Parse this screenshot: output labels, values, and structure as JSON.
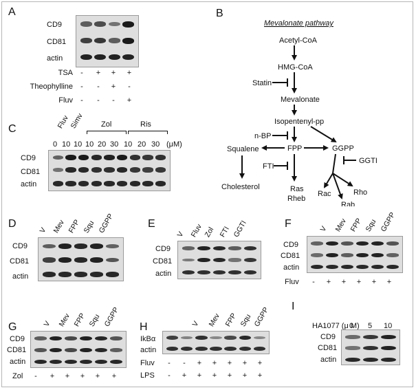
{
  "panels": {
    "A": {
      "letter": "A",
      "rows": [
        "CD9",
        "CD81",
        "actin"
      ],
      "treatments": [
        {
          "label": "TSA",
          "marks": [
            "-",
            "+",
            "+",
            "+"
          ]
        },
        {
          "label": "Theophylline",
          "marks": [
            "-",
            "-",
            "+",
            "-"
          ]
        },
        {
          "label": "Fluv",
          "marks": [
            "-",
            "-",
            "-",
            "+"
          ]
        }
      ],
      "bands": [
        [
          0.55,
          0.65,
          0.4,
          1.0
        ],
        [
          0.75,
          0.8,
          0.55,
          1.0
        ],
        [
          0.95,
          0.95,
          0.95,
          0.95
        ]
      ]
    },
    "C": {
      "letter": "C",
      "drugs": [
        "Fluv",
        "Simv"
      ],
      "groups": [
        "Zol",
        "Ris"
      ],
      "doses": [
        "0",
        "10",
        "10",
        "10",
        "20",
        "30",
        "10",
        "20",
        "30"
      ],
      "dose_unit": "(μM)",
      "rows": [
        "CD9",
        "CD81",
        "actin"
      ],
      "bands": [
        [
          0.5,
          1.0,
          1.0,
          0.9,
          0.95,
          1.0,
          0.85,
          0.8,
          0.85
        ],
        [
          0.4,
          0.9,
          0.9,
          0.85,
          0.85,
          0.9,
          0.8,
          0.75,
          0.8
        ],
        [
          0.9,
          0.9,
          0.9,
          0.9,
          0.9,
          0.9,
          0.9,
          0.9,
          0.9
        ]
      ]
    },
    "D": {
      "letter": "D",
      "lanes": [
        "V",
        "Mev",
        "FPP",
        "Squ",
        "GGPP"
      ],
      "rows": [
        "CD9",
        "CD81",
        "actin"
      ],
      "bands": [
        [
          0.55,
          0.95,
          0.9,
          0.95,
          0.5
        ],
        [
          0.75,
          0.95,
          0.9,
          0.95,
          0.6
        ],
        [
          0.9,
          0.9,
          0.9,
          0.9,
          0.9
        ]
      ]
    },
    "E": {
      "letter": "E",
      "lanes": [
        "V",
        "Fluv",
        "Zol",
        "FTI",
        "GGTI"
      ],
      "rows": [
        "CD9",
        "CD81",
        "actin"
      ],
      "bands": [
        [
          0.5,
          0.95,
          0.9,
          0.55,
          0.85
        ],
        [
          0.35,
          0.95,
          0.9,
          0.4,
          0.8
        ],
        [
          0.85,
          0.85,
          0.85,
          0.85,
          0.85
        ]
      ]
    },
    "F": {
      "letter": "F",
      "lanes": [
        "V",
        "Mev",
        "FPP",
        "Squ",
        "GGPP"
      ],
      "rows": [
        "CD9",
        "CD81",
        "actin"
      ],
      "treatment": {
        "label": "Fluv",
        "marks": [
          "-",
          "+",
          "+",
          "+",
          "+",
          "+"
        ]
      },
      "bands": [
        [
          0.5,
          0.95,
          0.6,
          0.95,
          0.95,
          0.6
        ],
        [
          0.45,
          0.95,
          0.55,
          0.95,
          0.95,
          0.5
        ],
        [
          0.9,
          0.9,
          0.9,
          0.9,
          0.9,
          0.9
        ]
      ]
    },
    "G": {
      "letter": "G",
      "lanes": [
        "V",
        "Mev",
        "FPP",
        "Squ",
        "GGPP"
      ],
      "rows": [
        "CD9",
        "CD81",
        "actin"
      ],
      "treatment": {
        "label": "Zol",
        "marks": [
          "-",
          "+",
          "+",
          "+",
          "+",
          "+"
        ]
      },
      "bands": [
        [
          0.55,
          0.95,
          0.7,
          0.95,
          0.9,
          0.6
        ],
        [
          0.6,
          0.95,
          0.7,
          0.95,
          0.9,
          0.55
        ],
        [
          0.9,
          0.9,
          0.9,
          0.9,
          0.9,
          0.9
        ]
      ]
    },
    "H": {
      "letter": "H",
      "lanes": [
        "V",
        "Mev",
        "FPP",
        "Squ",
        "GGPP"
      ],
      "rows": [
        "IkBα",
        "actin"
      ],
      "treatments": [
        {
          "label": "Fluv",
          "marks": [
            "-",
            "-",
            "+",
            "+",
            "+",
            "+",
            "+"
          ]
        },
        {
          "label": "LPS",
          "marks": [
            "-",
            "+",
            "+",
            "+",
            "+",
            "+",
            "+"
          ]
        }
      ],
      "bands": [
        [
          0.75,
          0.3,
          0.85,
          0.25,
          0.7,
          0.9,
          0.25
        ],
        [
          0.85,
          0.85,
          0.85,
          0.85,
          0.85,
          0.85,
          0.85
        ]
      ]
    },
    "I": {
      "letter": "I",
      "dose_label": "HA1077 (μ M)",
      "doses": [
        "0",
        "5",
        "10"
      ],
      "rows": [
        "CD9",
        "CD81",
        "actin"
      ],
      "bands": [
        [
          0.45,
          0.8,
          0.95
        ],
        [
          0.4,
          0.85,
          0.95
        ],
        [
          0.9,
          0.9,
          0.9
        ]
      ]
    }
  },
  "pathway": {
    "letter": "B",
    "title": "Mevalonate pathway",
    "nodes": {
      "acetyl_coa": "Acetyl-CoA",
      "hmg_coa": "HMG-CoA",
      "mevalonate": "Mevalonate",
      "isopentenyl": "Isopentenyl-pp",
      "squalene": "Squalene",
      "fpp": "FPP",
      "ggpp": "GGPP",
      "cholesterol": "Cholesterol",
      "ras": "Ras",
      "rheb": "Rheb",
      "rac": "Rac",
      "rho": "Rho",
      "rab": "Rab"
    },
    "inhibitors": {
      "statin": "Statin",
      "nbp": "n-BP",
      "fti": "FTI",
      "ggti": "GGTI"
    }
  },
  "colors": {
    "band": "#1a1a1a",
    "membrane": "#dedede",
    "frame": "#b5b5b5"
  }
}
